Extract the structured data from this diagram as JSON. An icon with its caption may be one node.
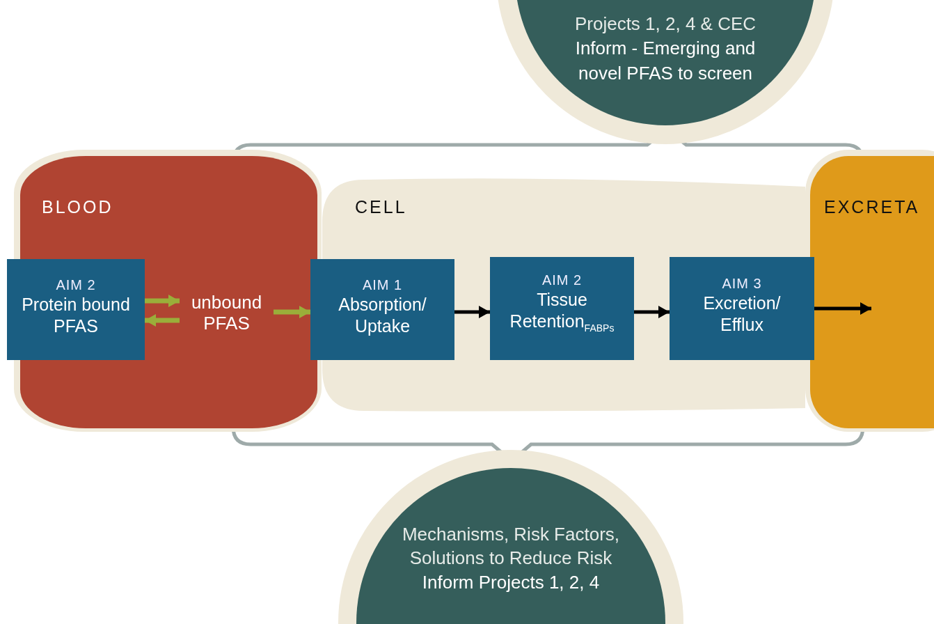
{
  "diagram": {
    "nodes": [
      {
        "text": [
          "Projects 1, 2, 4 & CEC",
          "Inform - Emerging and novel PFAS to screen"
        ]
      },
      {
        "text": [
          "BLOOD"
        ]
      },
      {
        "text": [
          "AIM 2",
          "Protein bound PFAS"
        ],
        "in": 1
      },
      {
        "text": [
          "unbound PFAS"
        ],
        "in": 1
      },
      {
        "text": [
          "CELL"
        ]
      },
      {
        "text": [
          "AIM 1",
          "Absorption/ Uptake"
        ],
        "in": 4
      },
      {
        "text": [
          "AIM 2",
          "Tissue Retention$_{FABPs}$"
        ],
        "in": 4
      },
      {
        "text": [
          "AIM 3",
          "Excretion/ Efflux"
        ],
        "in": 4
      },
      {
        "text": [
          "EXCRETA"
        ]
      },
      {
        "text": [
          "Mechanisms, Risk Factors, Solutions to Reduce Risk",
          "Inform Projects 1, 2, 4"
        ]
      }
    ],
    "edges": [
      {
        "from": 2,
        "to": 3,
        "arrow": "to",
        "color": "#9aae3a"
      },
      {
        "from": 3,
        "to": 2,
        "arrow": "to",
        "color": "#9aae3a"
      },
      {
        "from": 3,
        "to": 5,
        "arrow": "to",
        "color": "#9aae3a"
      },
      {
        "from": 5,
        "to": 6,
        "arrow": "to",
        "color": "#000000"
      },
      {
        "from": 6,
        "to": 7,
        "arrow": "to",
        "color": "#000000"
      },
      {
        "from": 7,
        "to": 8,
        "arrow": "to",
        "color": "#000000"
      }
    ]
  }
}
